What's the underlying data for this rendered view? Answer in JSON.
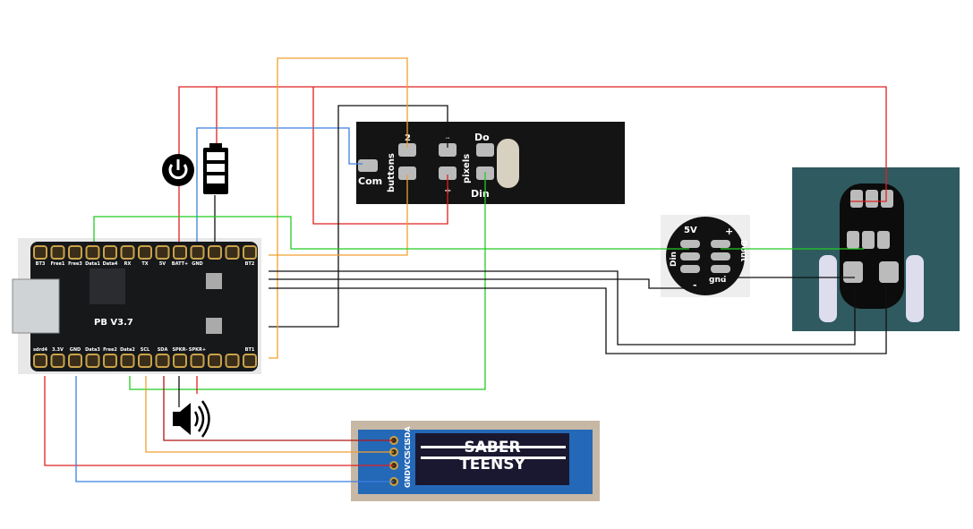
{
  "teensy_board": {
    "version": "PB V3.7",
    "top_pins": [
      "BT3",
      "Free1",
      "Free3",
      "Data1",
      "Data4",
      "RX",
      "TX",
      "5V",
      "BATT+",
      "GND",
      "",
      "",
      "BT2"
    ],
    "bottom_pins": [
      "sdrd4",
      "3.3V",
      "GND",
      "Data3",
      "Free2",
      "Data2",
      "SCL",
      "SDA",
      "SPKR-",
      "SPKR+",
      "",
      "",
      "BT1"
    ]
  },
  "buttons_pixels_board": {
    "labels": [
      "Com",
      "buttons",
      "2",
      "-",
      "+",
      "pixels",
      "Do",
      "Din"
    ]
  },
  "led_connector": {
    "labels": [
      "5V",
      "+",
      "Din",
      "Dout",
      "-",
      "gnd"
    ]
  },
  "oled": {
    "pins": [
      "GND",
      "VCC",
      "SCL",
      "SDA"
    ],
    "screen_text": [
      "SABER",
      "TEENSY"
    ]
  },
  "icons": [
    "power-icon",
    "battery-icon",
    "speaker-icon"
  ],
  "colors": {
    "power": "#e02020",
    "ground": "#111111",
    "data_blue": "#3b7fe0",
    "orange": "#f0a030",
    "green": "#22cc22"
  }
}
